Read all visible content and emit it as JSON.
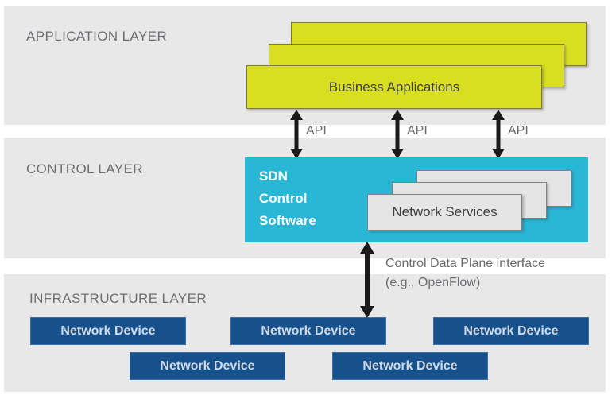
{
  "title": "SDN architecture diagram",
  "colors": {
    "band-bg": "#e9e8e8",
    "yellow": "#dade20",
    "yellow-border": "#7c7d35",
    "cyan": "#29b7d6",
    "navy": "#17518c",
    "gray-box": "#e5e5e5",
    "gray-box-border": "#808184",
    "label-gray": "#6d6e71",
    "annotation-gray": "#6a6b6e",
    "arrow-black": "#1a1a1a",
    "device-text": "#d2dae4",
    "dark-text": "#3f4040",
    "white-text": "#ffffff"
  },
  "layers": {
    "application": {
      "label": "APPLICATION LAYER"
    },
    "control": {
      "label": "CONTROL LAYER"
    },
    "infrastructure": {
      "label": "INFRASTRUCTURE LAYER"
    }
  },
  "application": {
    "business_applications": "Business Applications"
  },
  "control": {
    "sdn_software_lines": [
      "SDN",
      "Control",
      "Software"
    ],
    "network_services": "Network Services"
  },
  "interfaces": {
    "api": [
      "API",
      "API",
      "API"
    ],
    "cdpi_line1": "Control Data Plane interface",
    "cdpi_line2": "(e.g., OpenFlow)"
  },
  "infrastructure": {
    "devices": [
      "Network Device",
      "Network Device",
      "Network Device",
      "Network Device",
      "Network Device"
    ]
  }
}
